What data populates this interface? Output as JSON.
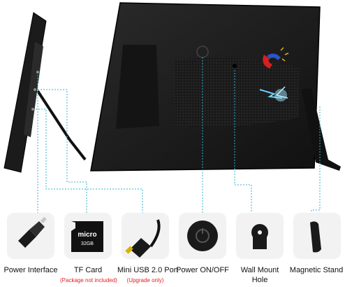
{
  "features": [
    {
      "label": "Power Interface",
      "note": "",
      "icon": "dc-plug-icon"
    },
    {
      "label": "TF Card",
      "note": "(Package not included)",
      "icon": "micro-sd-card-icon",
      "card_text": "micro",
      "card_size": "32GB"
    },
    {
      "label": "Mini USB 2.0 Port",
      "note": "(Upgrade only)",
      "icon": "mini-usb-cable-icon"
    },
    {
      "label": "Power ON/OFF",
      "note": "",
      "icon": "power-button-icon"
    },
    {
      "label": "Wall Mount",
      "label_line2": "Hole",
      "note": "",
      "icon": "keyhole-icon"
    },
    {
      "label": "Magnetic Stand",
      "note": "",
      "icon": "stand-icon"
    }
  ],
  "colors": {
    "callout_line": "#2fb3cf",
    "note_text": "#e02020",
    "frame": "#1c1c1c",
    "tile_bg": "#f2f2f2"
  }
}
